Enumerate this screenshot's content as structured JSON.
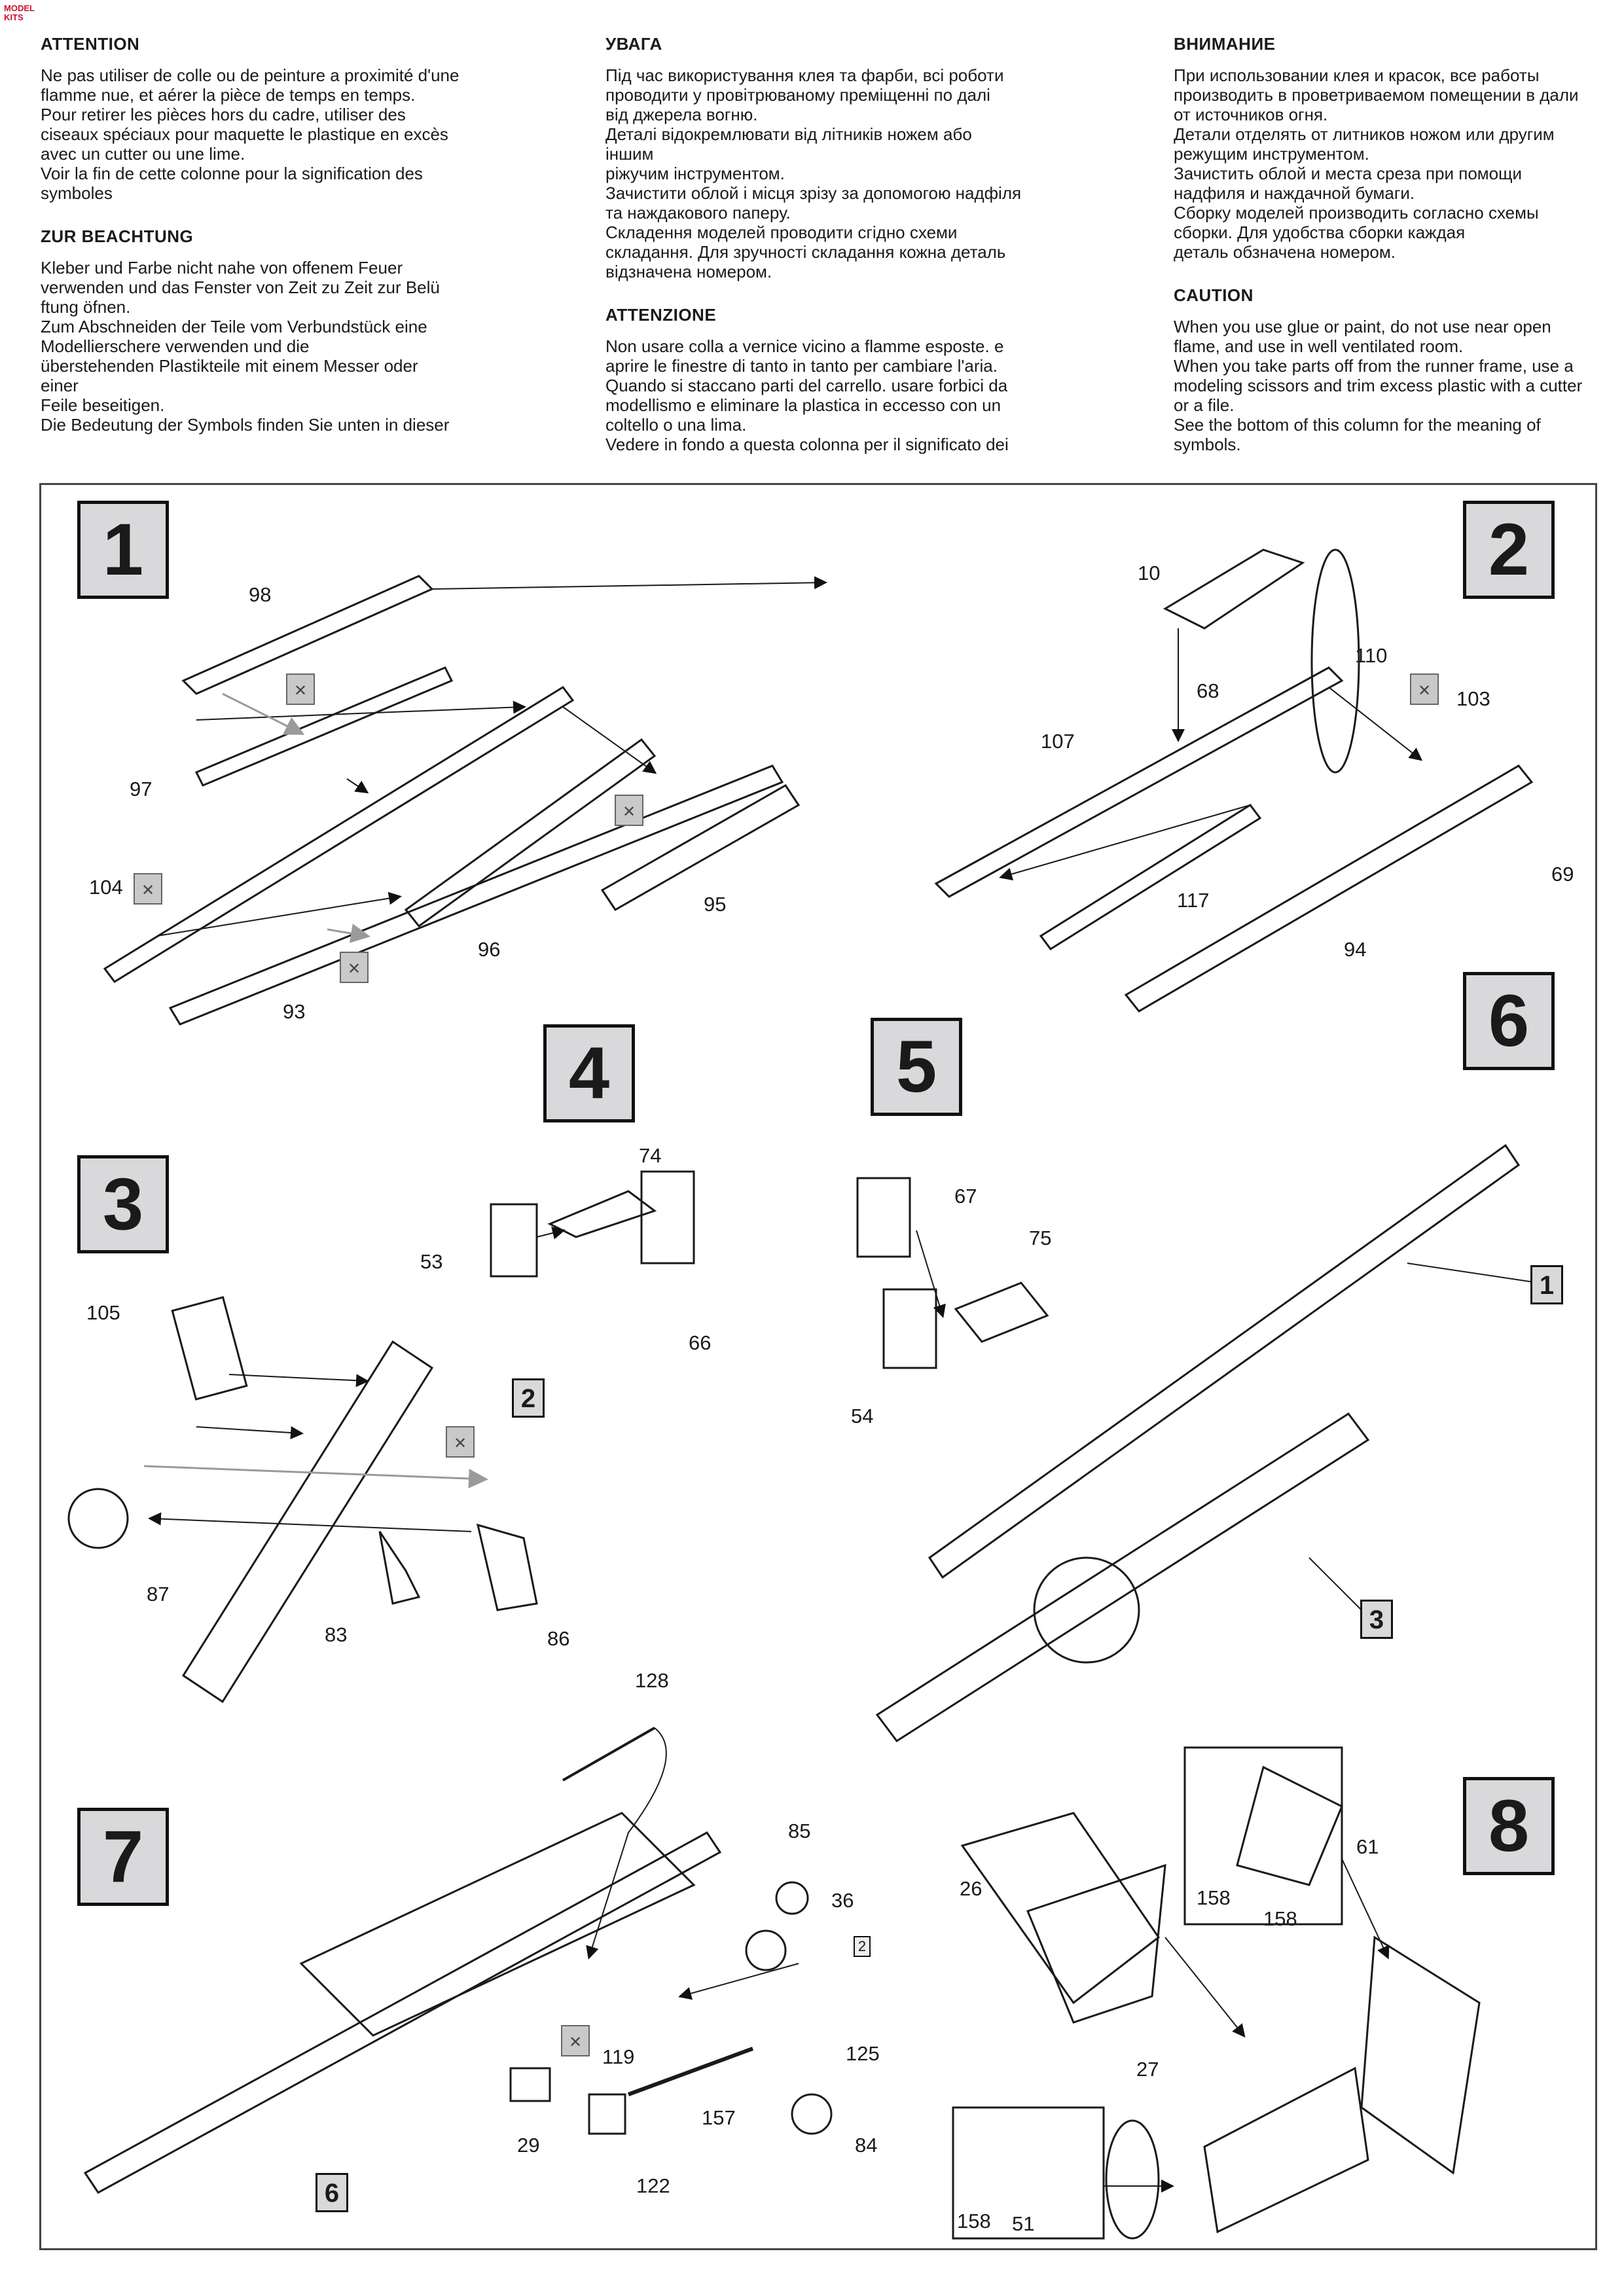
{
  "logo_text": "MODEL KITS",
  "instructions": {
    "col1": {
      "h1": "ATTENTION",
      "p1": "Ne pas utiliser de colle ou de peinture a proximité d'une\nflamme nue, et aérer la pièce de temps en temps.\nPour retirer les pièces hors du cadre, utiliser des\nciseaux spéciaux pour maquette le plastique en excès\navec un cutter ou une lime.\nVoir la fin de cette colonne pour la signification des\nsymboles",
      "h2": "ZUR BEACHTUNG",
      "p2": "Kleber und Farbe nicht nahe von offenem Feuer\nverwenden und das Fenster von Zeit zu Zeit zur Belü\nftung öfnen.\nZum Abschneiden  der Teile vom Verbundstück eine\nModellierschere   verwenden   und   die\nüberstehenden Plastikteile mit einem Messer oder einer\nFeile beseitigen.\nDie Bedeutung der Symbols finden Sie unten in dieser"
    },
    "col2": {
      "h1": "УВАГА",
      "p1": "Під час використування клея та фарби, всі роботи\nпроводити у провітрюваному  преміщенні по далі\nвід джерела    вогню.\nДеталі відокремлювати від літників ножем або іншим\nріжучим інструментом.\nЗачистити облой і місця зрізу за допомогою надфіля\nта наждакового паперу.\nСкладення моделей проводити сгідно  схеми\nскладання. Для зручності складання кожна деталь\nвідзначена номером.",
      "h2": "ATTENZIONE",
      "p2": "Non usare colla a vernice vicino a flamme esposte. e\naprire le finestre di tanto in tanto per cambiare l'aria.\nQuando si staccano parti del carrello. usare forbici da\nmodellismo e eliminare la plastica in eccesso con un\ncoltello o una lima.\nVedere in fondo a questa colonna per il significato dei"
    },
    "col3": {
      "h1": "ВНИМАНИЕ",
      "p1": "При использовании клея и красок, все работы\nпроизводить в проветриваемом помещении в дали\nот источников огня.\nДетали отделять от литников ножом или другим\nрежущим инструментом.\nЗачистить облой и места среза при помощи\nнадфиля и наждачной бумаги.\nСборку моделей производить согласно схемы\nсборки. Для удобства сборки каждая\nдеталь обзначена номером.",
      "h2": "CAUTION",
      "p2": "When you use glue or paint, do not use near open\nflame, and use in well ventilated room.\nWhen you take parts off from the runner frame, use a\nmodeling scissors and trim excess plastic with a cutter\nor a file.\nSee the bottom of this column for the meaning of\nsymbols."
    }
  },
  "steps": [
    "1",
    "2",
    "3",
    "4",
    "5",
    "6",
    "7",
    "8"
  ],
  "subassembly_refs": {
    "r2_in_step3": "2",
    "r1_in_step6": "1",
    "r3_in_step6": "3",
    "r6_in_step7": "6",
    "r2_in_step7": "2"
  },
  "part_numbers": {
    "step1": [
      "98",
      "97",
      "104",
      "93",
      "96",
      "95"
    ],
    "step2": [
      "10",
      "68",
      "110",
      "103",
      "107",
      "117",
      "94",
      "69"
    ],
    "step4": [
      "74",
      "53",
      "66"
    ],
    "step5": [
      "67",
      "75",
      "54"
    ],
    "step3": [
      "105",
      "87",
      "83",
      "86"
    ],
    "step7": [
      "128",
      "85",
      "36",
      "119",
      "125",
      "157",
      "29",
      "122",
      "84"
    ],
    "step8": [
      "26",
      "27",
      "61",
      "158",
      "158",
      "158",
      "51"
    ]
  },
  "colors": {
    "step_box_fill": "#d9d9db",
    "line": "#1a1a1a",
    "arrow_grey": "#9a9a9a"
  },
  "icons": [
    "no-glue-icon"
  ]
}
